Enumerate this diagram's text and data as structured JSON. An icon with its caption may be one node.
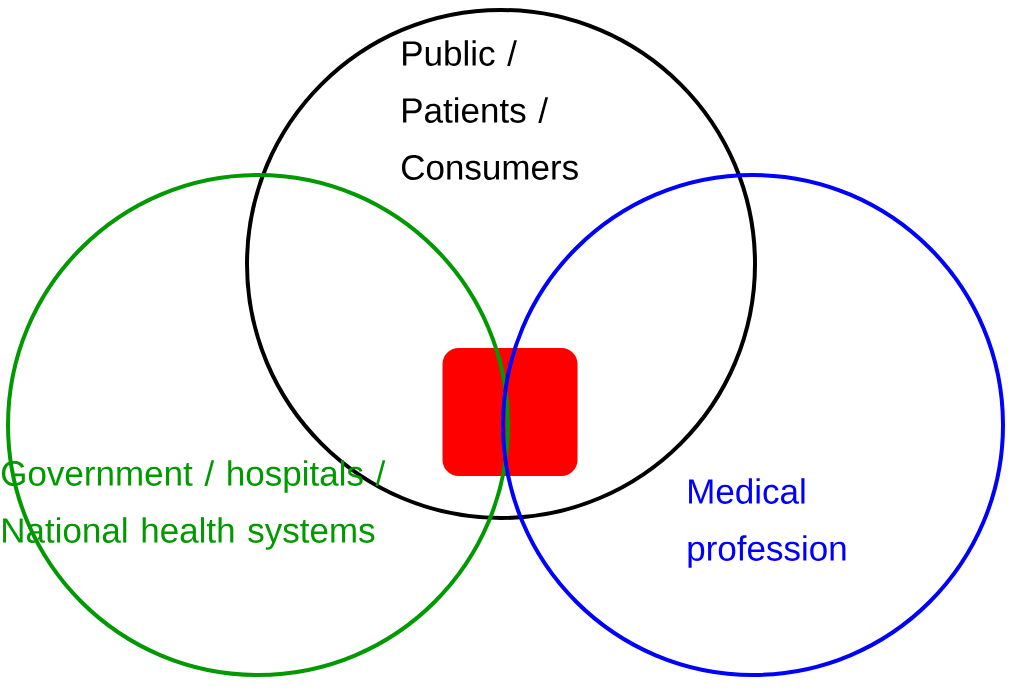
{
  "diagram": {
    "nodes": [
      {
        "text": [
          "Public / Patients / Consumers"
        ]
      },
      {
        "text": [
          "Government / hospitals / National health systems"
        ]
      },
      {
        "text": [
          "Medical profession"
        ]
      },
      {
        "text": [],
        "shape": "box",
        "in": 0
      }
    ]
  }
}
